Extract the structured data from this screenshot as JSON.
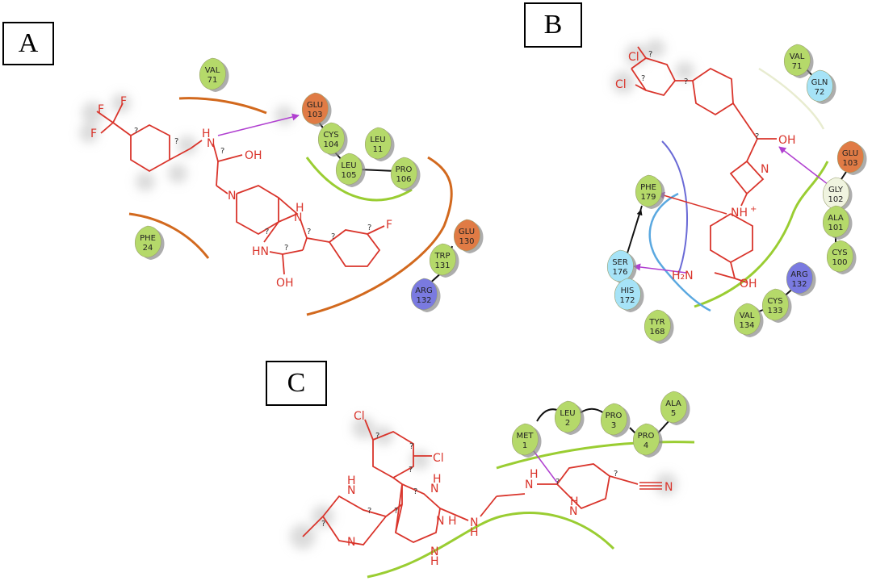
{
  "panels": [
    {
      "id": "A",
      "label": "A"
    },
    {
      "id": "B",
      "label": "B"
    },
    {
      "id": "C",
      "label": "C"
    }
  ],
  "colors": {
    "ligand": "#d9342b",
    "hydrophobic": "#9acd32",
    "negative": "#e0622a",
    "positive": "#6a6ad6",
    "polar": "#7fd4f0",
    "hbond": "#b040d0",
    "pocket_orange": "#d2691e",
    "pocket_green": "#9acd32"
  },
  "residues_A": [
    {
      "name": "VAL",
      "num": "71",
      "kind": "hydrophobic"
    },
    {
      "name": "GLU",
      "num": "103",
      "kind": "negative"
    },
    {
      "name": "CYS",
      "num": "104",
      "kind": "hydrophobic"
    },
    {
      "name": "LEU",
      "num": "11",
      "kind": "hydrophobic"
    },
    {
      "name": "LEU",
      "num": "105",
      "kind": "hydrophobic"
    },
    {
      "name": "PRO",
      "num": "106",
      "kind": "hydrophobic"
    },
    {
      "name": "GLU",
      "num": "130",
      "kind": "negative"
    },
    {
      "name": "TRP",
      "num": "131",
      "kind": "hydrophobic"
    },
    {
      "name": "ARG",
      "num": "132",
      "kind": "positive"
    },
    {
      "name": "PHE",
      "num": "24",
      "kind": "hydrophobic"
    }
  ],
  "residues_B": [
    {
      "name": "VAL",
      "num": "71",
      "kind": "hydrophobic"
    },
    {
      "name": "GLN",
      "num": "72",
      "kind": "polar"
    },
    {
      "name": "GLU",
      "num": "103",
      "kind": "negative"
    },
    {
      "name": "GLY",
      "num": "102",
      "kind": "neutral"
    },
    {
      "name": "ALA",
      "num": "101",
      "kind": "hydrophobic"
    },
    {
      "name": "CYS",
      "num": "100",
      "kind": "hydrophobic"
    },
    {
      "name": "PHE",
      "num": "179",
      "kind": "hydrophobic"
    },
    {
      "name": "SER",
      "num": "176",
      "kind": "polar"
    },
    {
      "name": "HIS",
      "num": "172",
      "kind": "polar"
    },
    {
      "name": "TYR",
      "num": "168",
      "kind": "hydrophobic"
    },
    {
      "name": "ARG",
      "num": "132",
      "kind": "positive"
    },
    {
      "name": "CYS",
      "num": "133",
      "kind": "hydrophobic"
    },
    {
      "name": "VAL",
      "num": "134",
      "kind": "hydrophobic"
    }
  ],
  "residues_C": [
    {
      "name": "MET",
      "num": "1",
      "kind": "hydrophobic"
    },
    {
      "name": "LEU",
      "num": "2",
      "kind": "hydrophobic"
    },
    {
      "name": "PRO",
      "num": "3",
      "kind": "hydrophobic"
    },
    {
      "name": "PRO",
      "num": "4",
      "kind": "hydrophobic"
    },
    {
      "name": "ALA",
      "num": "5",
      "kind": "hydrophobic"
    }
  ],
  "atoms_A": {
    "f1": "F",
    "f2": "F",
    "f3": "F",
    "nh": "N",
    "h": "H",
    "oh1": "OH",
    "n_pip": "N",
    "nh2": "N",
    "h2": "H",
    "hn": "HN",
    "oh2": "OH",
    "f4": "F",
    "q": "?"
  },
  "atoms_B": {
    "cl1": "Cl",
    "cl2": "Cl",
    "oh1": "OH",
    "n_az": "N",
    "nh_plus": "NH",
    "plus": "+",
    "h2n": "H₂N",
    "oh2": "OH",
    "q": "?"
  },
  "atoms_C": {
    "cl1": "Cl",
    "cl2": "Cl",
    "n1": "N",
    "h1": "H",
    "n2": "N",
    "h2": "H",
    "n3": "N",
    "h3": "H",
    "n4": "N",
    "h4": "H",
    "n5": "N",
    "h5": "H",
    "n6": "N",
    "h6": "H",
    "n7": "N",
    "n8": "N",
    "h8": "H",
    "cn": "N",
    "q": "?"
  }
}
